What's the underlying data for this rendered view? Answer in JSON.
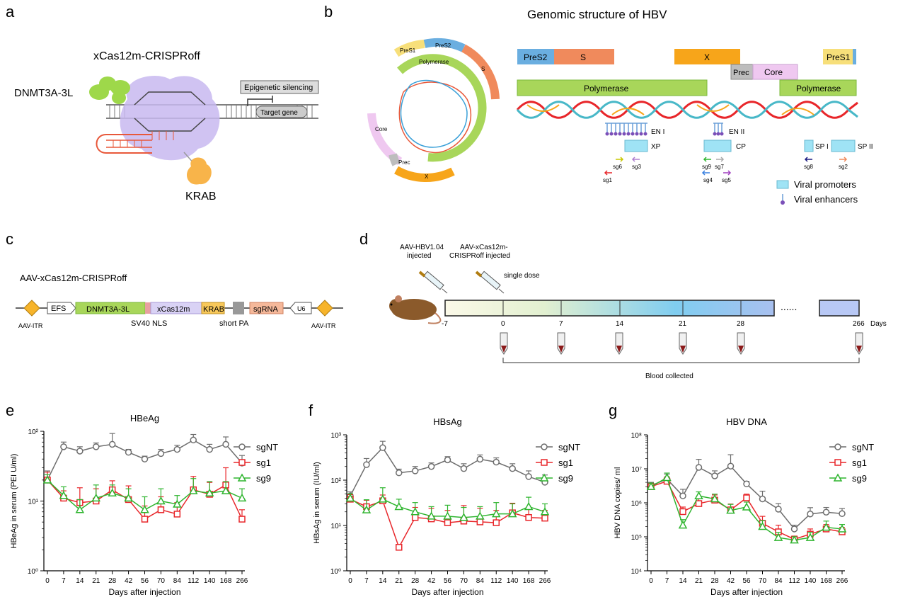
{
  "panels": {
    "a": {
      "letter": "a",
      "title": "xCas12m-CRISPRoff",
      "dnmt_label": "DNMT3A-3L",
      "krab_label": "KRAB",
      "epigenetic_label": "Epigenetic silencing",
      "target_label": "Target gene"
    },
    "b": {
      "letter": "b",
      "title": "Genomic structure of HBV",
      "circle_labels": {
        "pres1": "PreS1",
        "pres2": "PreS2",
        "s": "S",
        "polymerase": "Polymerase",
        "core": "Core",
        "prec": "Prec",
        "x": "X"
      },
      "bars": {
        "pres2": "PreS2",
        "s": "S",
        "x": "X",
        "pres1": "PreS1",
        "prec": "Prec",
        "core": "Core",
        "pol1": "Polymerase",
        "pol2": "Polymerase"
      },
      "enhancers": {
        "en1": "EN I",
        "en2": "EN II"
      },
      "promoters": {
        "xp": "XP",
        "cp": "CP",
        "sp1": "SP I",
        "sp2": "SP II"
      },
      "sgrnas": {
        "sg1": "sg1",
        "sg2": "sg2",
        "sg3": "sg3",
        "sg4": "sg4",
        "sg5": "sg5",
        "sg6": "sg6",
        "sg7": "sg7",
        "sg8": "sg8",
        "sg9": "sg9"
      },
      "legend": {
        "promoters": "Viral promoters",
        "enhancers": "Viral enhancers"
      },
      "colors": {
        "pres1": "#f7df7a",
        "pres2": "#6aaee0",
        "s": "#f08a5c",
        "x": "#f7a51a",
        "polymerase": "#a8d65a",
        "core": "#efc8f0",
        "prec": "#bdbdbd",
        "promoter": "#9fe3f5"
      }
    },
    "c": {
      "letter": "c",
      "title": "AAV-xCas12m-CRISPRoff",
      "itr_left": "AAV-ITR",
      "itr_right": "AAV-ITR",
      "efs": "EFS",
      "dnmt": "DNMT3A-3L",
      "xcas": "xCas12m",
      "krab": "KRAB",
      "sgrna": "sgRNA",
      "u6": "U6",
      "sv40": "SV40 NLS",
      "shortpa": "short PA"
    },
    "d": {
      "letter": "d",
      "inj1": "AAV-HBV1.04\ninjected",
      "inj2": "AAV-xCas12m-\nCRISPRoff injected",
      "single_dose": "single dose",
      "ticks": [
        "-7",
        "0",
        "7",
        "14",
        "21",
        "28",
        "266"
      ],
      "dots": "......",
      "days": "Days",
      "blood": "Blood collected"
    },
    "e": {
      "letter": "e"
    },
    "f": {
      "letter": "f"
    },
    "g": {
      "letter": "g"
    }
  },
  "chart_data": [
    {
      "type": "line",
      "title": "HBeAg",
      "ylabel": "HBeAg in serum (PEI U/ml)",
      "xlabel": "Days after injection",
      "yscale": "log",
      "ylim": [
        1,
        100
      ],
      "yticks": [
        "10⁰",
        "10¹",
        "10²"
      ],
      "x": [
        "0",
        "7",
        "14",
        "21",
        "28",
        "42",
        "56",
        "70",
        "84",
        "112",
        "140",
        "168",
        "266"
      ],
      "series": [
        {
          "name": "sgNT",
          "color": "#6d6d6d",
          "marker": "circle",
          "values": [
            20,
            60,
            52,
            60,
            65,
            50,
            40,
            48,
            55,
            75,
            55,
            65,
            35
          ],
          "err": [
            7,
            10,
            8,
            8,
            28,
            5,
            4,
            7,
            8,
            15,
            10,
            18,
            10
          ]
        },
        {
          "name": "sg1",
          "color": "#e8262a",
          "marker": "square",
          "values": [
            20,
            11,
            9.5,
            10,
            14.5,
            10.5,
            5.5,
            7.5,
            6.5,
            14.5,
            12.5,
            17,
            5.5
          ],
          "err": [
            6,
            3,
            6,
            5,
            5,
            6,
            3,
            4,
            3,
            8,
            6,
            13,
            2
          ]
        },
        {
          "name": "sg9",
          "color": "#2fb52f",
          "marker": "triangle",
          "values": [
            20,
            12,
            7.5,
            11,
            13,
            11,
            7.5,
            10,
            9,
            14,
            13,
            14,
            11
          ],
          "err": [
            4,
            4,
            3,
            6,
            4,
            4,
            4,
            5,
            3,
            7,
            6,
            5,
            4
          ]
        }
      ]
    },
    {
      "type": "line",
      "title": "HBsAg",
      "ylabel": "HBsAg in serum (IU/ml)",
      "xlabel": "Days after injection",
      "yscale": "log",
      "ylim": [
        1,
        1000
      ],
      "yticks": [
        "10⁰",
        "10¹",
        "10²",
        "10³"
      ],
      "x": [
        "0",
        "7",
        "14",
        "21",
        "28",
        "42",
        "56",
        "70",
        "84",
        "112",
        "140",
        "168",
        "266"
      ],
      "series": [
        {
          "name": "sgNT",
          "color": "#6d6d6d",
          "marker": "circle",
          "values": [
            45,
            220,
            520,
            145,
            160,
            200,
            280,
            180,
            290,
            250,
            180,
            120,
            90
          ],
          "err": [
            10,
            80,
            200,
            30,
            40,
            40,
            50,
            50,
            70,
            60,
            50,
            40,
            40
          ]
        },
        {
          "name": "sg1",
          "color": "#e8262a",
          "marker": "square",
          "values": [
            38,
            26,
            35,
            3.3,
            15,
            14,
            11.5,
            12.5,
            12,
            11.5,
            19,
            15,
            14.5
          ],
          "err": [
            10,
            10,
            12,
            0.5,
            10,
            10,
            10,
            15,
            12,
            10,
            12,
            10,
            7
          ]
        },
        {
          "name": "sg9",
          "color": "#2fb52f",
          "marker": "triangle",
          "values": [
            40,
            22,
            38,
            26,
            20,
            16,
            16,
            15,
            16,
            18,
            18,
            26,
            20
          ],
          "err": [
            10,
            15,
            30,
            12,
            12,
            10,
            12,
            10,
            10,
            14,
            12,
            16,
            10
          ]
        }
      ]
    },
    {
      "type": "line",
      "title": "HBV DNA",
      "ylabel": "HBV DNA copies/ ml",
      "xlabel": "Days after injection",
      "yscale": "log",
      "ylim": [
        10000,
        100000000
      ],
      "yticks": [
        "10⁴",
        "10⁵",
        "10⁶",
        "10⁷",
        "10⁸"
      ],
      "x": [
        "0",
        "7",
        "14",
        "21",
        "28",
        "42",
        "56",
        "70",
        "84",
        "112",
        "140",
        "168",
        "266"
      ],
      "series": [
        {
          "name": "sgNT",
          "color": "#6d6d6d",
          "marker": "circle",
          "values": [
            3200000,
            5000000,
            1600000,
            11000000,
            6200000,
            12000000,
            3600000,
            1300000,
            650000,
            170000,
            470000,
            530000,
            480000
          ],
          "err": [
            800000,
            2000000,
            900000,
            8000000,
            2500000,
            14000000,
            700000,
            900000,
            300000,
            50000,
            250000,
            200000,
            200000
          ]
        },
        {
          "name": "sg1",
          "color": "#e8262a",
          "marker": "square",
          "values": [
            3000000,
            4300000,
            550000,
            950000,
            1200000,
            620000,
            1400000,
            250000,
            140000,
            85000,
            120000,
            170000,
            140000
          ],
          "err": [
            800000,
            1500000,
            200000,
            400000,
            500000,
            300000,
            400000,
            150000,
            80000,
            20000,
            50000,
            60000,
            50000
          ]
        },
        {
          "name": "sg9",
          "color": "#2fb52f",
          "marker": "triangle",
          "values": [
            3000000,
            5500000,
            220000,
            1600000,
            1300000,
            600000,
            750000,
            200000,
            95000,
            80000,
            95000,
            190000,
            170000
          ],
          "err": [
            800000,
            2000000,
            100000,
            500000,
            500000,
            300000,
            300000,
            100000,
            40000,
            20000,
            40000,
            100000,
            60000
          ]
        }
      ]
    }
  ]
}
